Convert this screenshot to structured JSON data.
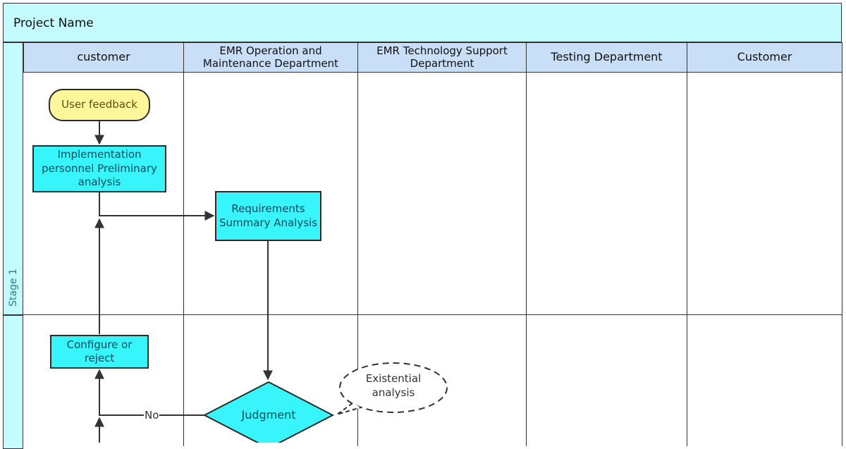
{
  "title": "Project Name",
  "stages": [
    "Stage 1",
    ""
  ],
  "lanes": [
    "customer",
    "EMR Operation and Maintenance Department",
    "EMR Technology Support Department",
    "Testing Department",
    "Customer"
  ],
  "nodes": {
    "user_feedback": "User feedback",
    "implementation": "Implementation personnel Preliminary analysis",
    "requirements": "Requirements Summary Analysis",
    "configure": "Configure or reject",
    "judgment": "Judgment",
    "existential": "Existential analysis"
  },
  "edge_labels": {
    "no": "No"
  },
  "colors": {
    "header_bg": "#c3fbff",
    "lane_header_bg": "#c9def7",
    "process_fill": "#38f5fb",
    "terminal_fill": "#fff79a"
  }
}
